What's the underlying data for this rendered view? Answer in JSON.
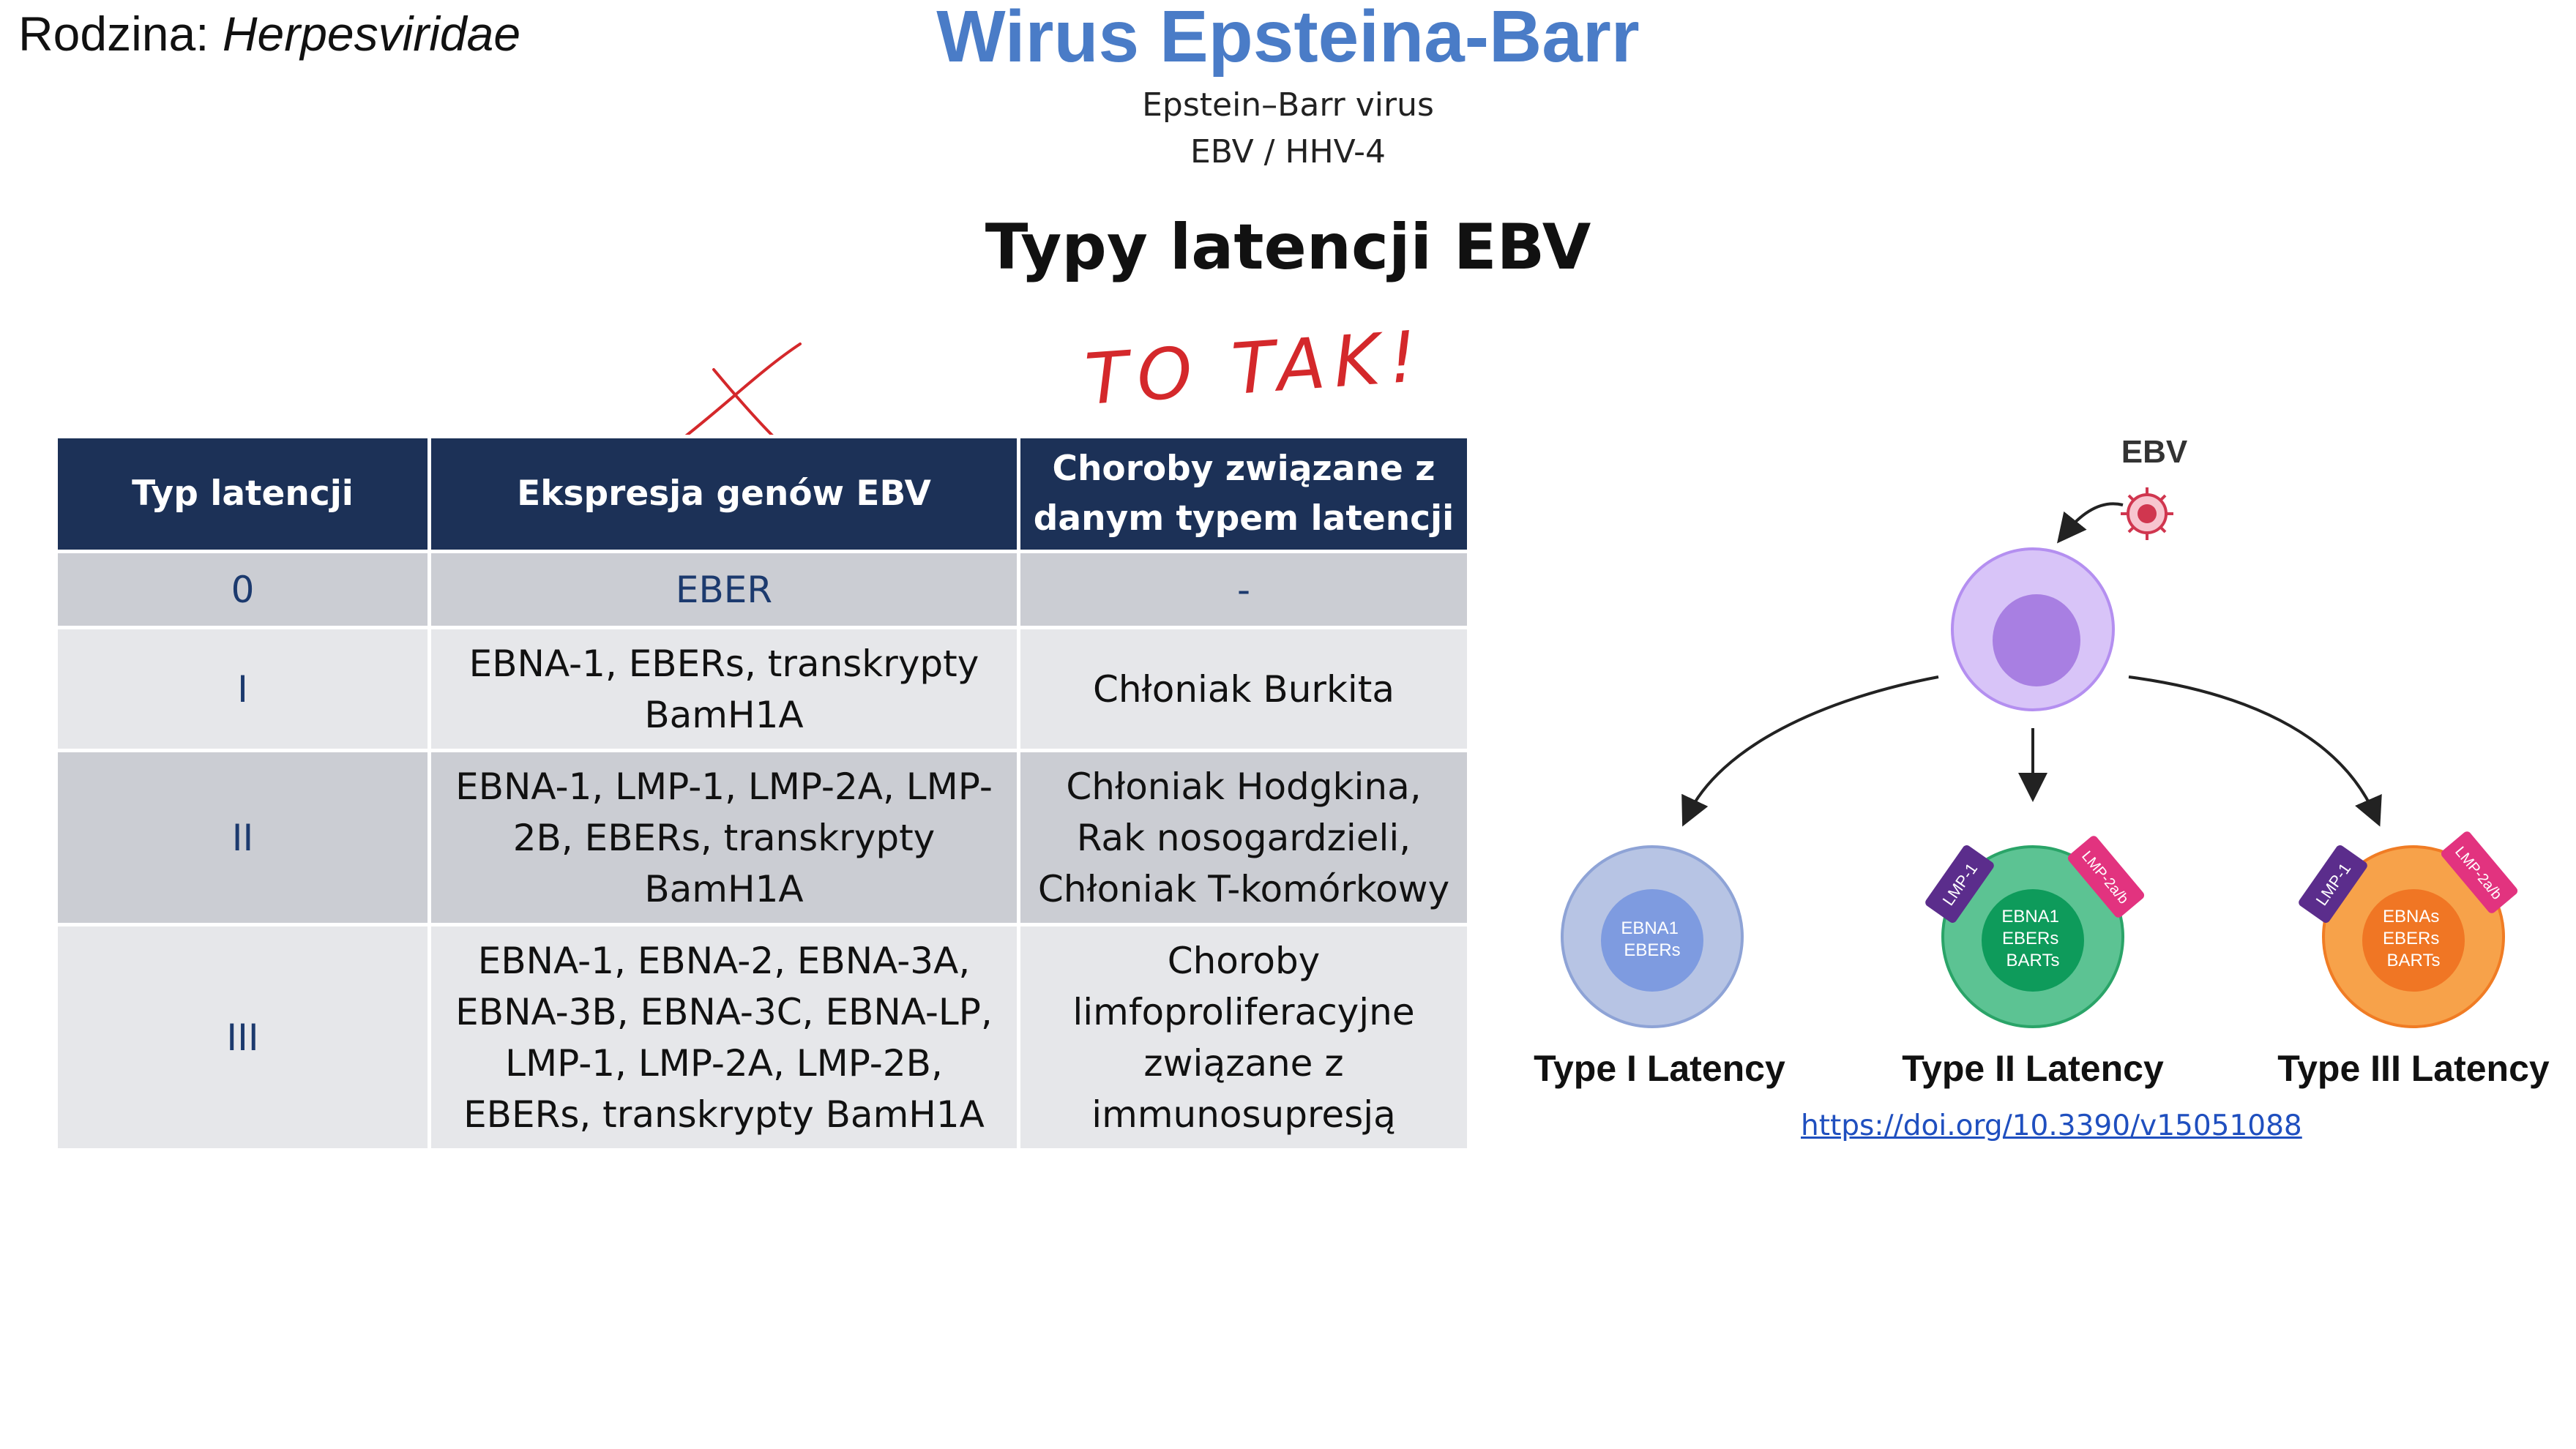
{
  "header": {
    "family_label": "Rodzina:",
    "family_value": "Herpesviridae",
    "title": "Wirus Epsteina-Barr",
    "subtitle_1": "Epstein–Barr virus",
    "subtitle_2": "EBV / HHV-4",
    "section_title": "Typy latencji EBV"
  },
  "annotations": {
    "handwriting": "TO TAK!"
  },
  "table": {
    "headers": [
      "Typ latencji",
      "Ekspresja genów EBV",
      "Choroby związane z danym typem latencji"
    ],
    "rows": [
      {
        "type": "0",
        "genes": "EBER",
        "diseases": "-"
      },
      {
        "type": "I",
        "genes": "EBNA-1, EBERs, transkrypty BamH1A",
        "diseases": "Chłoniak Burkita"
      },
      {
        "type": "II",
        "genes": "EBNA-1, LMP-1, LMP-2A, LMP-2B, EBERs, transkrypty BamH1A",
        "diseases": "Chłoniak Hodgkina, Rak nosogardzieli, Chłoniak T-komórkowy"
      },
      {
        "type": "III",
        "genes": "EBNA-1, EBNA-2, EBNA-3A, EBNA-3B, EBNA-3C, EBNA-LP, LMP-1, LMP-2A, LMP-2B, EBERs, transkrypty BamH1A",
        "diseases": "Choroby limfoproliferacyjne związane z immunosupresją"
      }
    ]
  },
  "diagram": {
    "ebv_label": "EBV",
    "cells": [
      {
        "name": "Type I Latency",
        "color": "#b7c4e4",
        "nucleus_color": "#7e9be0",
        "nucleus_lines": [
          "EBNA1",
          "EBERs"
        ],
        "markers": []
      },
      {
        "name": "Type II Latency",
        "color": "#5cc393",
        "nucleus_color": "#0e9b5b",
        "nucleus_lines": [
          "EBNA1",
          "EBERs",
          "BARTs"
        ],
        "markers": [
          "LMP-1",
          "LMP-2a/b"
        ]
      },
      {
        "name": "Type III Latency",
        "color": "#f7a24a",
        "nucleus_color": "#f07624",
        "nucleus_lines": [
          "EBNAs",
          "EBERs",
          "BARTs"
        ],
        "markers": [
          "LMP-1",
          "LMP-2a/b"
        ]
      }
    ],
    "marker_colors": {
      "LMP-1": "#5b2d8c",
      "LMP-2a/b": "#e2337f"
    },
    "source_link": "https://doi.org/10.3390/v15051088"
  },
  "colors": {
    "title_blue": "#4a7cc7",
    "header_navy": "#1c3157",
    "row_dark": "#cbcdd3",
    "row_light": "#e6e7ea",
    "annotation_red": "#d4282b"
  }
}
